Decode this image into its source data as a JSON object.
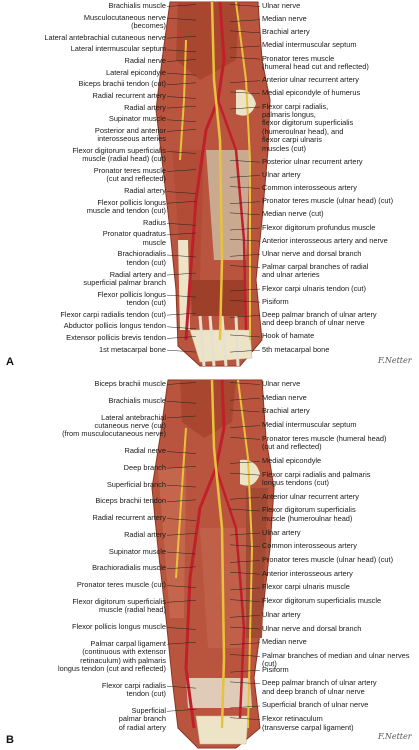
{
  "panel_a": {
    "letter": "A",
    "labels_left": [
      "Brachialis muscle",
      "Musculocutaneous nerve\n(becomes)",
      "Lateral antebrachial cutaneous nerve",
      "Lateral intermuscular septum",
      "Radial nerve",
      "Lateral epicondyle",
      "Biceps brachii tendon (cut)",
      "Radial recurrent artery",
      "Radial artery",
      "Supinator muscle",
      "Posterior and anterior\ninterosseous arteries",
      "Flexor digitorum superficialis\nmuscle (radial head) (cut)",
      "Pronator teres muscle\n(cut and reflected)",
      "Radial artery",
      "Flexor pollicis longus\nmuscle and tendon (cut)",
      "Radius",
      "Pronator quadratus\nmuscle",
      "Brachioradialis\ntendon (cut)",
      "Radial artery and\nsuperficial palmar branch",
      "Flexor pollicis longus\ntendon (cut)",
      "Flexor carpi radialis tendon (cut)",
      "Abductor pollicis longus tendon",
      "Extensor pollicis brevis tendon",
      "1st metacarpal bone"
    ],
    "labels_right": [
      "Ulnar nerve",
      "Median nerve",
      "Brachial artery",
      "Medial intermuscular septum",
      "Pronator teres muscle\n(humeral head cut and reflected)",
      "Anterior ulnar recurrent artery",
      "Medial epicondyle of humerus",
      "Flexor carpi radialis,\npalmaris longus,\nflexor digitorum superficialis\n(humeroulnar head), and\nflexor carpi ulnaris\nmuscles (cut)",
      "Posterior ulnar recurrent artery",
      "Ulnar artery",
      "Common interosseous artery",
      "Pronator teres muscle (ulnar head) (cut)",
      "Median nerve (cut)",
      "Flexor digitorum profundus muscle",
      "Anterior interosseous artery and nerve",
      "Ulnar nerve and dorsal branch",
      "Palmar carpal branches of radial\nand ulnar arteries",
      "Flexor carpi ulnaris tendon (cut)",
      "Pisiform",
      "Deep palmar branch of ulnar artery\nand deep branch of ulnar nerve",
      "Hook of hamate",
      "5th metacarpal bone"
    ]
  },
  "panel_b": {
    "letter": "B",
    "labels_left": [
      "Biceps brachii muscle",
      "Brachialis muscle",
      "Lateral antebrachial\ncutaneous nerve (cut)\n(from musculocutaneous nerve)",
      "Radial nerve",
      "Deep branch",
      "Superficial branch",
      "Biceps brachii tendon",
      "Radial recurrent artery",
      "Radial artery",
      "Supinator muscle",
      "Brachioradialis muscle",
      "Pronator teres muscle (cut)",
      "Flexor digitorum superficialis\nmuscle (radial head)",
      "Flexor pollicis longus muscle",
      "Palmar carpal ligament\n(continuous with extensor\nretinaculum) with palmaris\nlongus tendon (cut and reflected)",
      "Flexor carpi radialis\ntendon (cut)",
      "Superficial\npalmar branch\nof radial artery"
    ],
    "labels_right": [
      "Ulnar nerve",
      "Median nerve",
      "Brachial artery",
      "Medial intermuscular septum",
      "Pronator teres muscle (humeral head)\n(cut and reflected)",
      "Medial epicondyle",
      "Flexor carpi radialis and palmaris\nlongus tendons (cut)",
      "Anterior ulnar recurrent artery",
      "Flexor digitorum superficialis\nmuscle (humeroulnar head)",
      "Ulnar artery",
      "Common interosseous artery",
      "Pronator teres muscle (ulnar head) (cut)",
      "Anterior interosseous artery",
      "Flexor carpi ulnaris muscle",
      "Flexor digitorum superficialis muscle",
      "Ulnar artery",
      "Ulnar nerve and dorsal branch",
      "Median nerve",
      "Palmar branches of median and ulnar nerves (cut)",
      "Pisiform",
      "Deep palmar branch of ulnar artery\nand deep branch of ulnar nerve",
      "Superficial branch of ulnar nerve",
      "Flexor retinaculum\n(transverse carpal ligament)"
    ]
  },
  "colors": {
    "muscle": "#b9553e",
    "muscle_dark": "#8c3322",
    "tendon": "#e6e0cf",
    "artery": "#c0202a",
    "nerve": "#e8c33a",
    "bone": "#ede4c8",
    "leader": "#222222"
  }
}
